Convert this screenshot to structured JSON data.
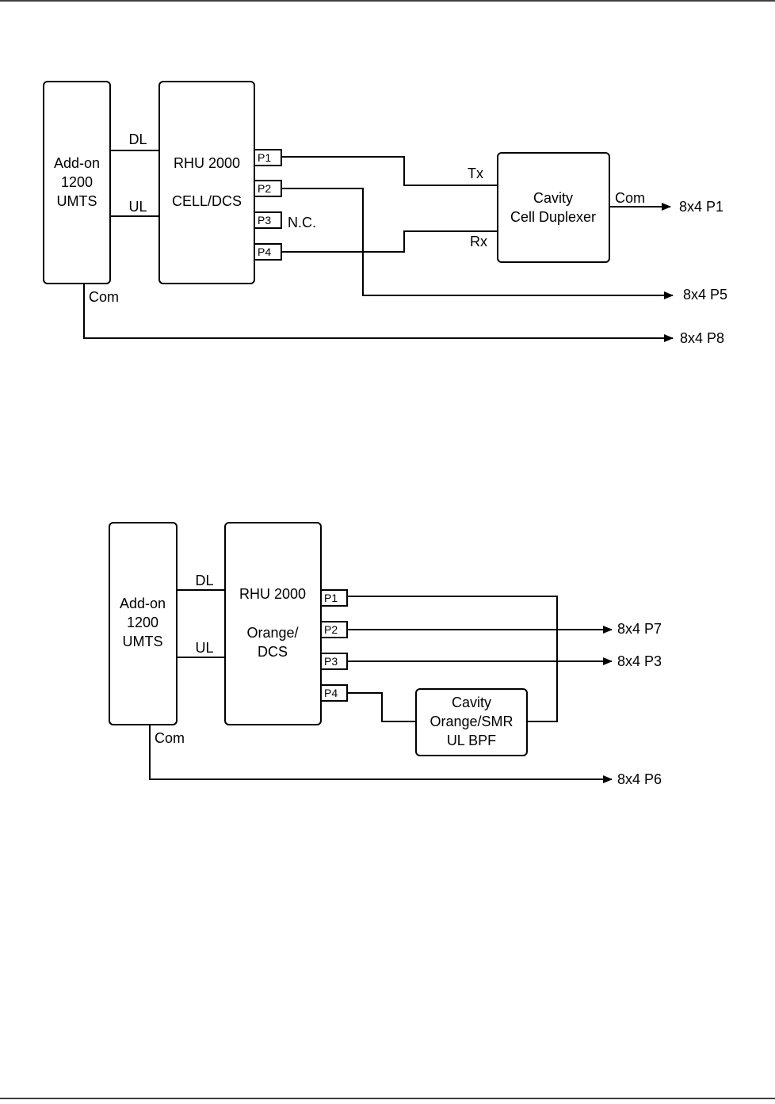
{
  "diagram1": {
    "addon": {
      "line1": "Add-on",
      "line2": "1200",
      "line3": "UMTS"
    },
    "rhu": {
      "line1": "RHU 2000",
      "line2": "CELL/DCS"
    },
    "ports": [
      "P1",
      "P2",
      "P3",
      "P4"
    ],
    "dl_label": "DL",
    "ul_label": "UL",
    "com_label": "Com",
    "nc_label": "N.C.",
    "tx_label": "Tx",
    "rx_label": "Rx",
    "duplexer": {
      "line1": "Cavity",
      "line2": "Cell Duplexer"
    },
    "duplexer_com_label": "Com",
    "out_p1": "8x4 P1",
    "out_p5": "8x4 P5",
    "out_p8": "8x4 P8"
  },
  "diagram2": {
    "addon": {
      "line1": "Add-on",
      "line2": "1200",
      "line3": "UMTS"
    },
    "rhu": {
      "line1": "RHU 2000",
      "line2": "Orange/",
      "line3": "DCS"
    },
    "ports": [
      "P1",
      "P2",
      "P3",
      "P4"
    ],
    "dl_label": "DL",
    "ul_label": "UL",
    "com_label": "Com",
    "filter": {
      "line1": "Cavity",
      "line2": "Orange/SMR",
      "line3": "UL BPF"
    },
    "out_p7": "8x4 P7",
    "out_p3": "8x4 P3",
    "out_p6": "8x4 P6"
  }
}
